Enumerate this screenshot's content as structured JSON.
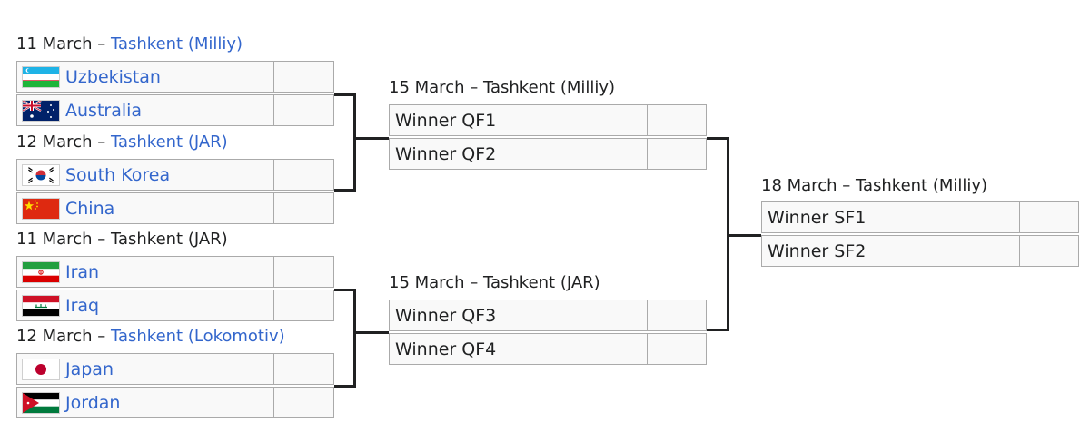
{
  "quarterfinals": [
    {
      "date": "11 March",
      "separator": " – ",
      "venue": "Tashkent (Milliy)",
      "venue_is_link": true,
      "teams": [
        {
          "name": "Uzbekistan",
          "flag": "uzbekistan-flag-icon",
          "is_link": true
        },
        {
          "name": "Australia",
          "flag": "australia-flag-icon",
          "is_link": true
        }
      ]
    },
    {
      "date": "12 March",
      "separator": " – ",
      "venue": "Tashkent (JAR)",
      "venue_is_link": true,
      "teams": [
        {
          "name": "South Korea",
          "flag": "south-korea-flag-icon",
          "is_link": true
        },
        {
          "name": "China",
          "flag": "china-flag-icon",
          "is_link": true
        }
      ]
    },
    {
      "date": "11 March",
      "separator": " – ",
      "venue": "Tashkent (JAR)",
      "venue_is_link": false,
      "teams": [
        {
          "name": "Iran",
          "flag": "iran-flag-icon",
          "is_link": true
        },
        {
          "name": "Iraq",
          "flag": "iraq-flag-icon",
          "is_link": true
        }
      ]
    },
    {
      "date": "12 March",
      "separator": " – ",
      "venue": "Tashkent (Lokomotiv)",
      "venue_is_link": true,
      "teams": [
        {
          "name": "Japan",
          "flag": "japan-flag-icon",
          "is_link": true
        },
        {
          "name": "Jordan",
          "flag": "jordan-flag-icon",
          "is_link": true
        }
      ]
    }
  ],
  "semifinals": [
    {
      "date": "15 March",
      "separator": " – ",
      "venue": "Tashkent (Milliy)",
      "venue_is_link": false,
      "teams": [
        {
          "name": "Winner QF1"
        },
        {
          "name": "Winner QF2"
        }
      ]
    },
    {
      "date": "15 March",
      "separator": " – ",
      "venue": "Tashkent (JAR)",
      "venue_is_link": false,
      "teams": [
        {
          "name": "Winner QF3"
        },
        {
          "name": "Winner QF4"
        }
      ]
    }
  ],
  "final": [
    {
      "date": "18 March",
      "separator": " – ",
      "venue": "Tashkent (Milliy)",
      "venue_is_link": false,
      "teams": [
        {
          "name": "Winner SF1"
        },
        {
          "name": "Winner SF2"
        }
      ]
    }
  ],
  "colors": {
    "link": "#3366cc",
    "text": "#202122",
    "cell_bg": "#f9f9f9",
    "cell_border": "#aaaaaa",
    "bracket_line": "#202122"
  }
}
